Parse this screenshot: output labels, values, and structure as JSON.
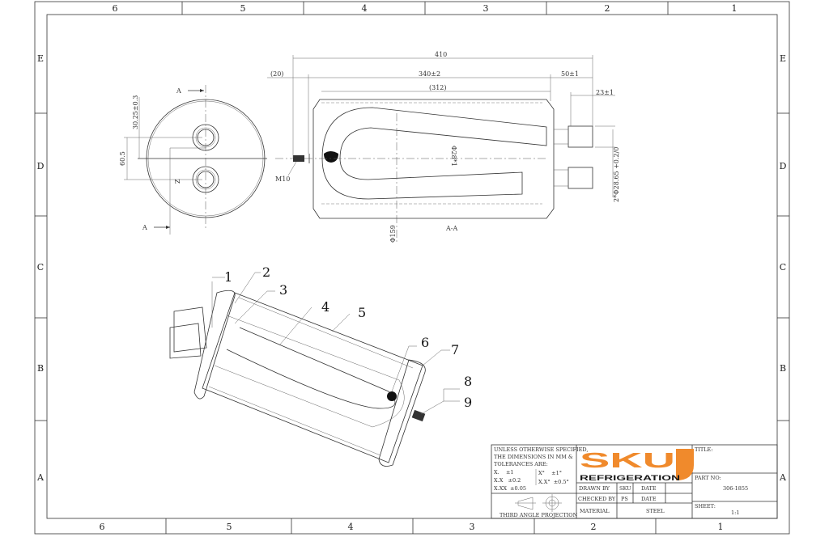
{
  "frame": {
    "columns_top": [
      "6",
      "5",
      "4",
      "3",
      "2",
      "1"
    ],
    "columns_bottom": [
      "6",
      "5",
      "4",
      "3",
      "2",
      "1"
    ],
    "rows_left": [
      "E",
      "D",
      "C",
      "B",
      "A"
    ],
    "rows_right": [
      "E",
      "D",
      "C",
      "B",
      "A"
    ]
  },
  "end_view": {
    "section_mark_top": "A",
    "section_mark_bottom": "A",
    "dim_offset": "30.25±0.3",
    "dim_spacing": "60.5",
    "label_z": "Z"
  },
  "section_view": {
    "dim_overall": "410",
    "dim_stud": "(20)",
    "dim_body": "340±2",
    "dim_inner": "(312)",
    "dim_pipe_ext": "50±1",
    "dim_pipe_end": "23±1",
    "dim_thread": "M10",
    "dim_tube_dia": "Φ28*1",
    "dim_pipe_dia": "2*Φ28.65 +0.2/0",
    "dim_shell_dia": "Φ159",
    "section_label": "A-A"
  },
  "iso_view": {
    "balloons": [
      "1",
      "2",
      "3",
      "4",
      "5",
      "6",
      "7",
      "8",
      "9"
    ]
  },
  "title_block": {
    "tolerance_note_1": "UNLESS OTHERWISE SPECIFIED,",
    "tolerance_note_2": "THE DIMENSIONS IN MM &",
    "tolerance_note_3": "TOLERANCES ARE:",
    "tol_x": "X.    ±1",
    "tol_xx": "X.X   ±0.2",
    "tol_xxx": "X.XX  ±0.05",
    "tol_ang1": "X°    ±1°",
    "tol_ang2": "X.X°  ±0.5°",
    "projection": "THIRD ANGLE PROJECTION",
    "logo_main": "SKU",
    "logo_sub": "REFRIGERATION",
    "drawn_by_label": "DRAWN BY",
    "drawn_by": "SKU",
    "checked_by_label": "CHECKED BY",
    "checked_by": "PS",
    "date_label_1": "DATE",
    "date_label_2": "DATE",
    "material_label": "MATERIAL",
    "material": "STEEL",
    "title_label": "TITLE:",
    "part_no_label": "PART NO:",
    "part_no": "306-1855",
    "sheet_label": "SHEET:",
    "sheet": "1:1"
  },
  "colors": {
    "logo_orange": "#f08a2c",
    "logo_black": "#1a1a1a"
  }
}
